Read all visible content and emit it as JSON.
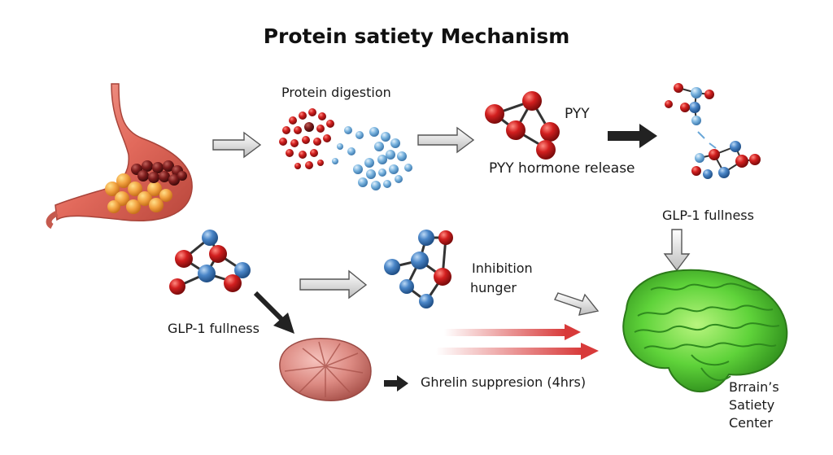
{
  "title": "Protein satiety Mechanism",
  "labels": {
    "protein_digestion": "Protein digestion",
    "pyy": "PYY",
    "pyy_release": "PYY hormone release",
    "glp1_right": "GLP-1 fullness",
    "glp1_left": "GLP-1 fullness",
    "inhibition_line1": "Inhibition",
    "inhibition_line2": "hunger",
    "ghrelin": "Ghrelin suppresion (4hrs)",
    "brain_line1": "Brrain’s",
    "brain_line2": "Satiety",
    "brain_line3": "Center"
  },
  "colors": {
    "red_molecule": "#d21f1f",
    "blue_molecule": "#4a86c8",
    "stomach": "#e26a5c",
    "fat": "#f2a240",
    "brain": "#5fd33a",
    "red_arrow": "#d83a3a",
    "dark_arrow": "#222222"
  }
}
